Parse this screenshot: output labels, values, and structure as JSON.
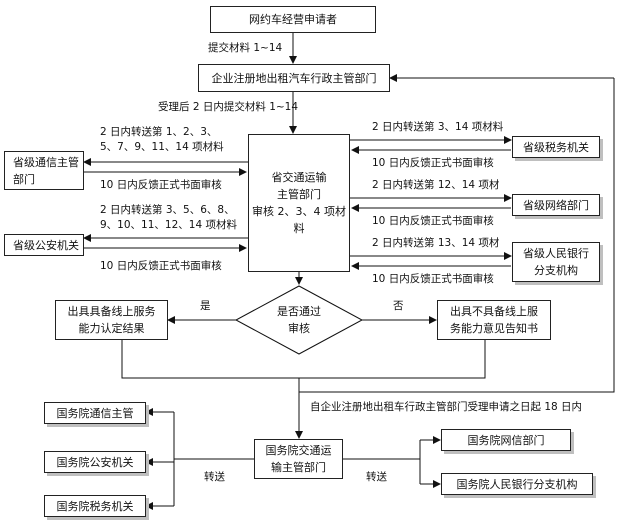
{
  "nodes": {
    "applicant": "网约车经营申请者",
    "enterprise_dept": "企业注册地出租汽车行政主管部门",
    "prov_comm": "省级通信主管\n部门",
    "prov_police": "省级公安机关",
    "prov_transport": "省交通运输\n主管部门\n审核 2、3、4 项材\n料",
    "prov_tax": "省级税务机关",
    "prov_network": "省级网络部门",
    "prov_bank": "省级人民银行\n分支机构",
    "decision": "是否通过\n审核",
    "cert_ok": "出具具备线上服务\n能力认定结果",
    "cert_fail": "出具不具备线上服\n务能力意见告知书",
    "state_transport": "国务院交通运\n输主管部门",
    "state_comm": "国务院通信主管",
    "state_police": "国务院公安机关",
    "state_tax": "国务院税务机关",
    "state_cyber": "国务院网信部门",
    "state_bank": "国务院人民银行分支机构"
  },
  "labels": {
    "submit": "提交材料 1~14",
    "accept": "受理后 2 日内提交材料 1~14",
    "to_comm": "2 日内转送第 1、2、3、\n5、7、9、11、14 项材料",
    "from_comm": "10 日内反馈正式书面审核",
    "to_police": "2 日内转送第 3、5、6、8、\n9、10、11、12、14 项材料",
    "from_police": "10 日内反馈正式书面审核",
    "to_tax": "2 日内转送第 3、14 项材料",
    "from_tax": "10 日内反馈正式书面审核",
    "to_network": "2 日内转送第 12、14 项材",
    "from_network": "10 日内反馈正式书面审核",
    "to_bank": "2 日内转送第 13、14 项材",
    "from_bank": "10 日内反馈正式书面审核",
    "yes": "是",
    "no": "否",
    "deadline": "自企业注册地出租车行政主管部门受理申请之日起 18 日内",
    "forward_left": "转送",
    "forward_right": "转送"
  }
}
